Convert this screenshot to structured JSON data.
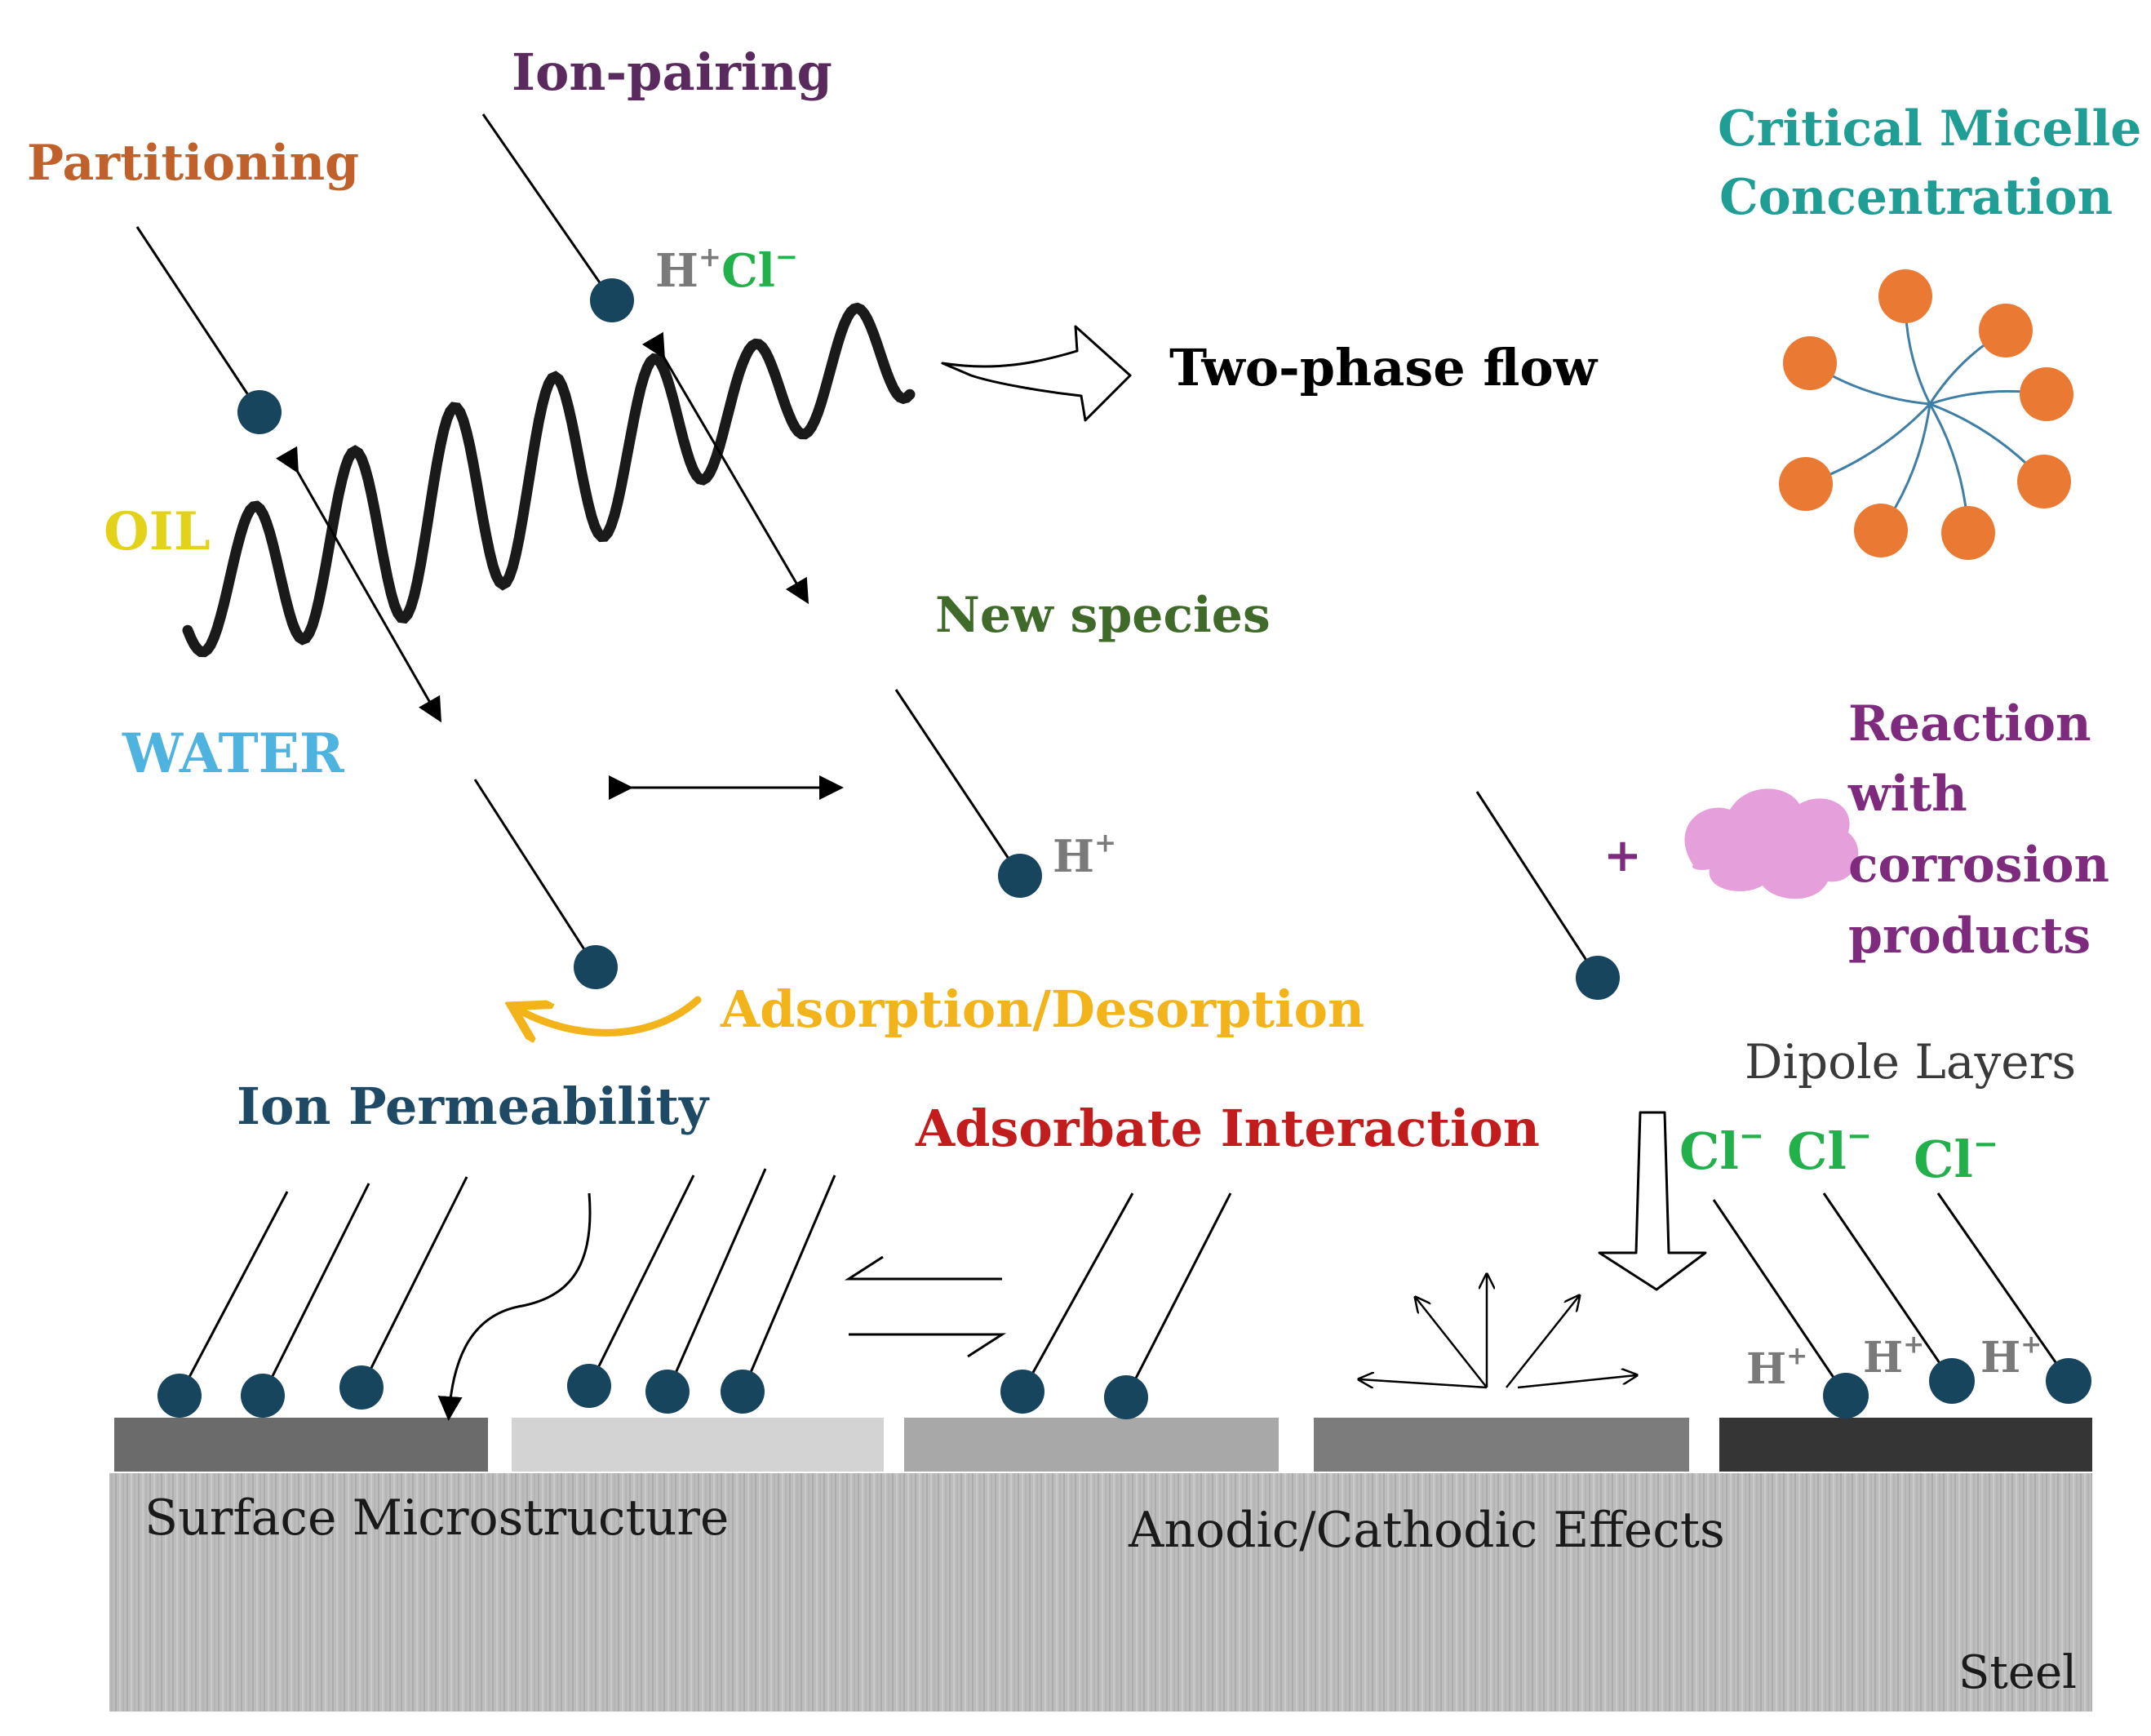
{
  "labels": {
    "partitioning": "Partitioning",
    "ion_pairing": "Ion-pairing",
    "cmc_line1": "Critical Micelle",
    "cmc_line2": "Concentration",
    "two_phase_flow": "Two-phase flow",
    "oil": "OIL",
    "water": "WATER",
    "new_species": "New species",
    "reaction_line1": "Reaction",
    "reaction_line2": "with",
    "reaction_line3": "corrosion",
    "reaction_line4": "products",
    "plus": "+",
    "adsorption_desorption": "Adsorption/Desorption",
    "dipole_layers": "Dipole Layers",
    "ion_permeability": "Ion Permeability",
    "adsorbate_interaction": "Adsorbate Interaction",
    "surface_microstructure": "Surface Microstructure",
    "anodic_cathodic": "Anodic/Cathodic Effects",
    "steel": "Steel"
  },
  "ions": {
    "h": "H",
    "plus_sup": "+",
    "cl": "Cl",
    "minus_sup": "−"
  },
  "colors": {
    "partitioning": "#c0602a",
    "ion_pairing": "#5a2a5e",
    "cmc": "#1f9e96",
    "oil": "#e3d21a",
    "water": "#4fb3e0",
    "new_species": "#3f6a2a",
    "reaction": "#7e2b7e",
    "adsorption": "#f2b41a",
    "ion_permeability": "#1e4a66",
    "adsorbate": "#c21c1c",
    "chloride": "#22b04a",
    "hydrogen": "#7a7a7a",
    "head": "#17455e",
    "micelle_head": "#ea7a33",
    "micelle_tail": "#3f7fa6",
    "corrosion_product": "#e5a0dc"
  }
}
